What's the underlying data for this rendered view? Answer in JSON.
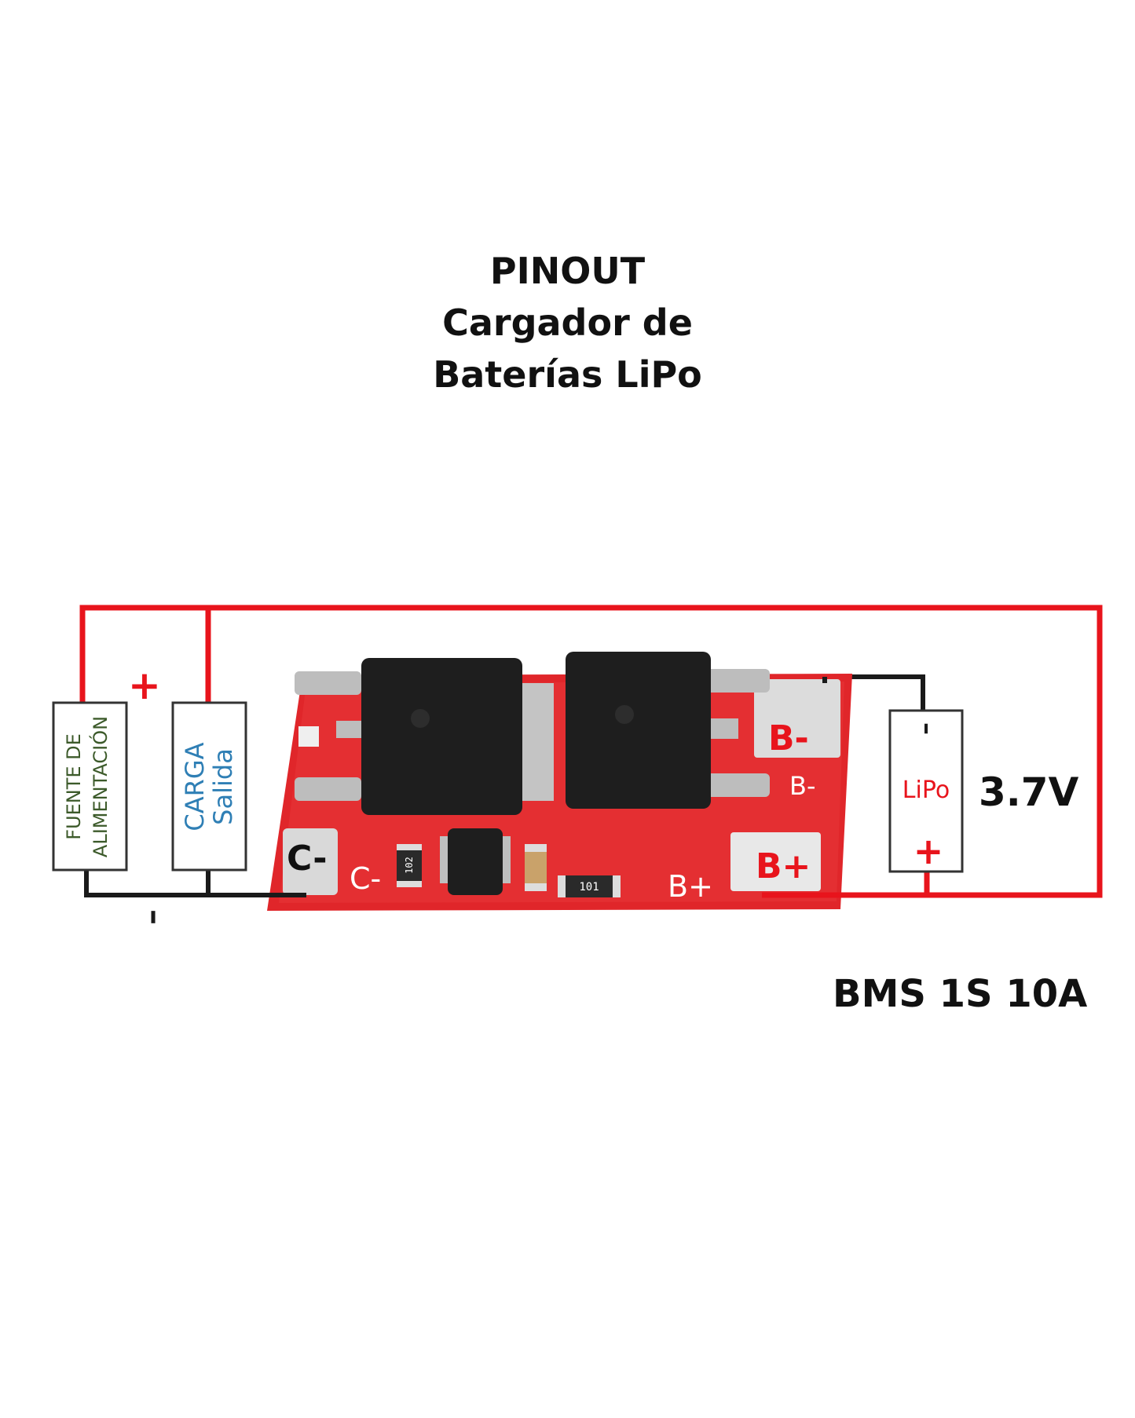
{
  "title": {
    "line1": "PINOUT",
    "line2": "Cargador de",
    "line3": "Baterías LiPo"
  },
  "product_name": "BMS 1S 10A",
  "power_supply": {
    "line1": "FUENTE DE",
    "line2": "ALIMENTACIÓN"
  },
  "load": {
    "line1": "CARGA",
    "line2": "Salida"
  },
  "battery": {
    "label": "LiPo",
    "voltage": "3.7V",
    "plus": "+",
    "minus": "–"
  },
  "pads": {
    "c_minus": "C-",
    "b_minus": "B-",
    "b_plus": "B+"
  },
  "silkscreen": {
    "c_minus": "C-",
    "b_minus": "B-",
    "b_plus": "B+",
    "res_1": "102",
    "res_2": "101"
  },
  "polarity": {
    "plus": "+",
    "minus": "–"
  },
  "colors": {
    "wire_positive": "#e8141c",
    "wire_negative": "#1a1a1a",
    "pcb": "#e0262a",
    "mosfet": "#1e1e1e",
    "pad": "#d9d9d9",
    "power_supply_text": "#3c5a2a",
    "load_text": "#2f7fb5"
  }
}
